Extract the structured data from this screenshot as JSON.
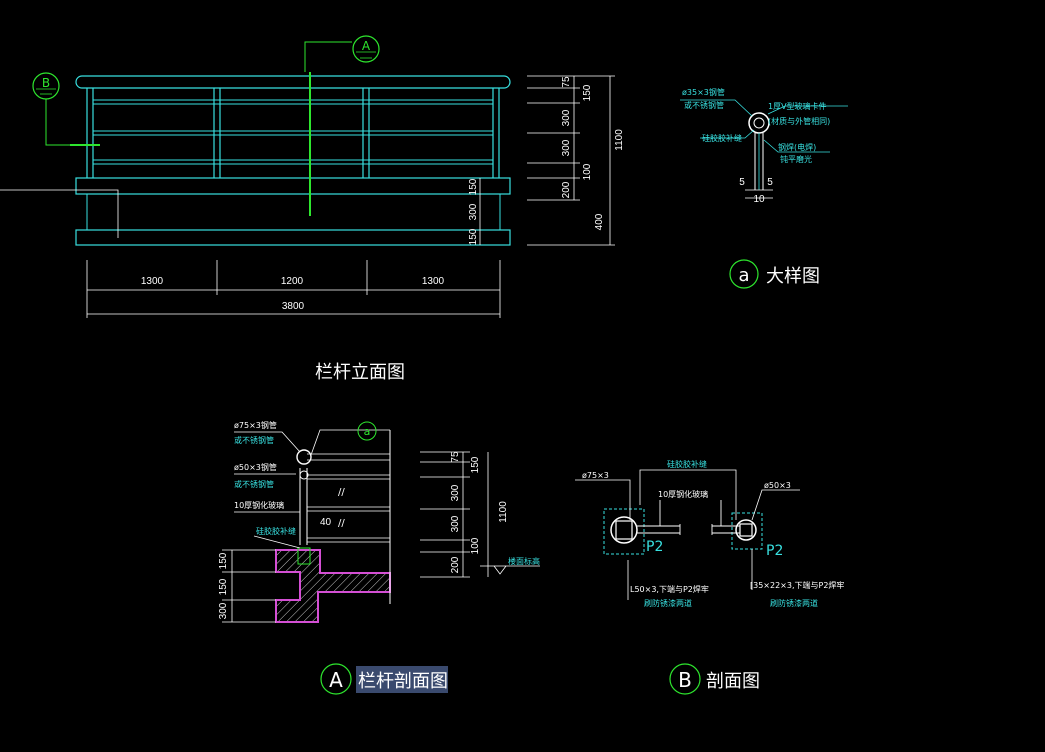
{
  "colors": {
    "background": "#000000",
    "rail": "#38e0e0",
    "marker": "#2ee62e",
    "magenta": "#d44fd4",
    "white": "#ffffff",
    "selection_highlight": "#3a4a6e"
  },
  "elevation": {
    "title": "栏杆立面图",
    "marker_a": "A",
    "marker_b": "B",
    "dims_span": [
      "1300",
      "1200",
      "1300"
    ],
    "dim_total": "3800",
    "dims_right_inner": [
      "75",
      "150",
      "300",
      "300",
      "100",
      "200"
    ],
    "dims_right_base": [
      "150",
      "300",
      "150"
    ],
    "dim_height": "1100",
    "dim_base": "400"
  },
  "detail_a": {
    "title": "大样图",
    "marker": "a",
    "pipe_spec": "ø35×3钢管",
    "pipe_alt": "或不锈钢管",
    "clamp": "1厚V型玻璃卡件",
    "clamp_note": "(材质与外管相同)",
    "sealant": "硅胶胶补缝",
    "weld": "钢焊(电焊)",
    "weld_note": "钝平磨光",
    "dim_left": "5",
    "dim_right": "5",
    "dim_bottom": "10"
  },
  "section_a": {
    "marker": "A",
    "title": "栏杆剖面图",
    "top_pipe": "ø75×3钢管",
    "top_pipe_alt": "或不锈钢管",
    "mid_pipe": "ø50×3钢管",
    "mid_pipe_alt": "或不锈钢管",
    "glass": "10厚钢化玻璃",
    "sealant": "硅胶胶补缝",
    "dim_40": "40",
    "detail_ref": "a",
    "floor_label": "楼面标高",
    "dims_right": [
      "75",
      "150",
      "300",
      "300",
      "100",
      "200"
    ],
    "dim_height": "1100",
    "dims_left": [
      "150",
      "150",
      "300"
    ]
  },
  "section_b": {
    "marker": "B",
    "title": "剖面图",
    "left_pipe": "ø75×3",
    "right_pipe": "ø50×3",
    "sealant": "硅胶胶补缝",
    "glass": "10厚钢化玻璃",
    "plate_left": "P2",
    "plate_right": "P2",
    "angle_left": "L50×3,下端与P2焊牢",
    "angle_left_note": "刷防锈漆两道",
    "channel_right": "[35×22×3,下端与P2焊牢",
    "channel_right_note": "刷防锈漆两道"
  }
}
